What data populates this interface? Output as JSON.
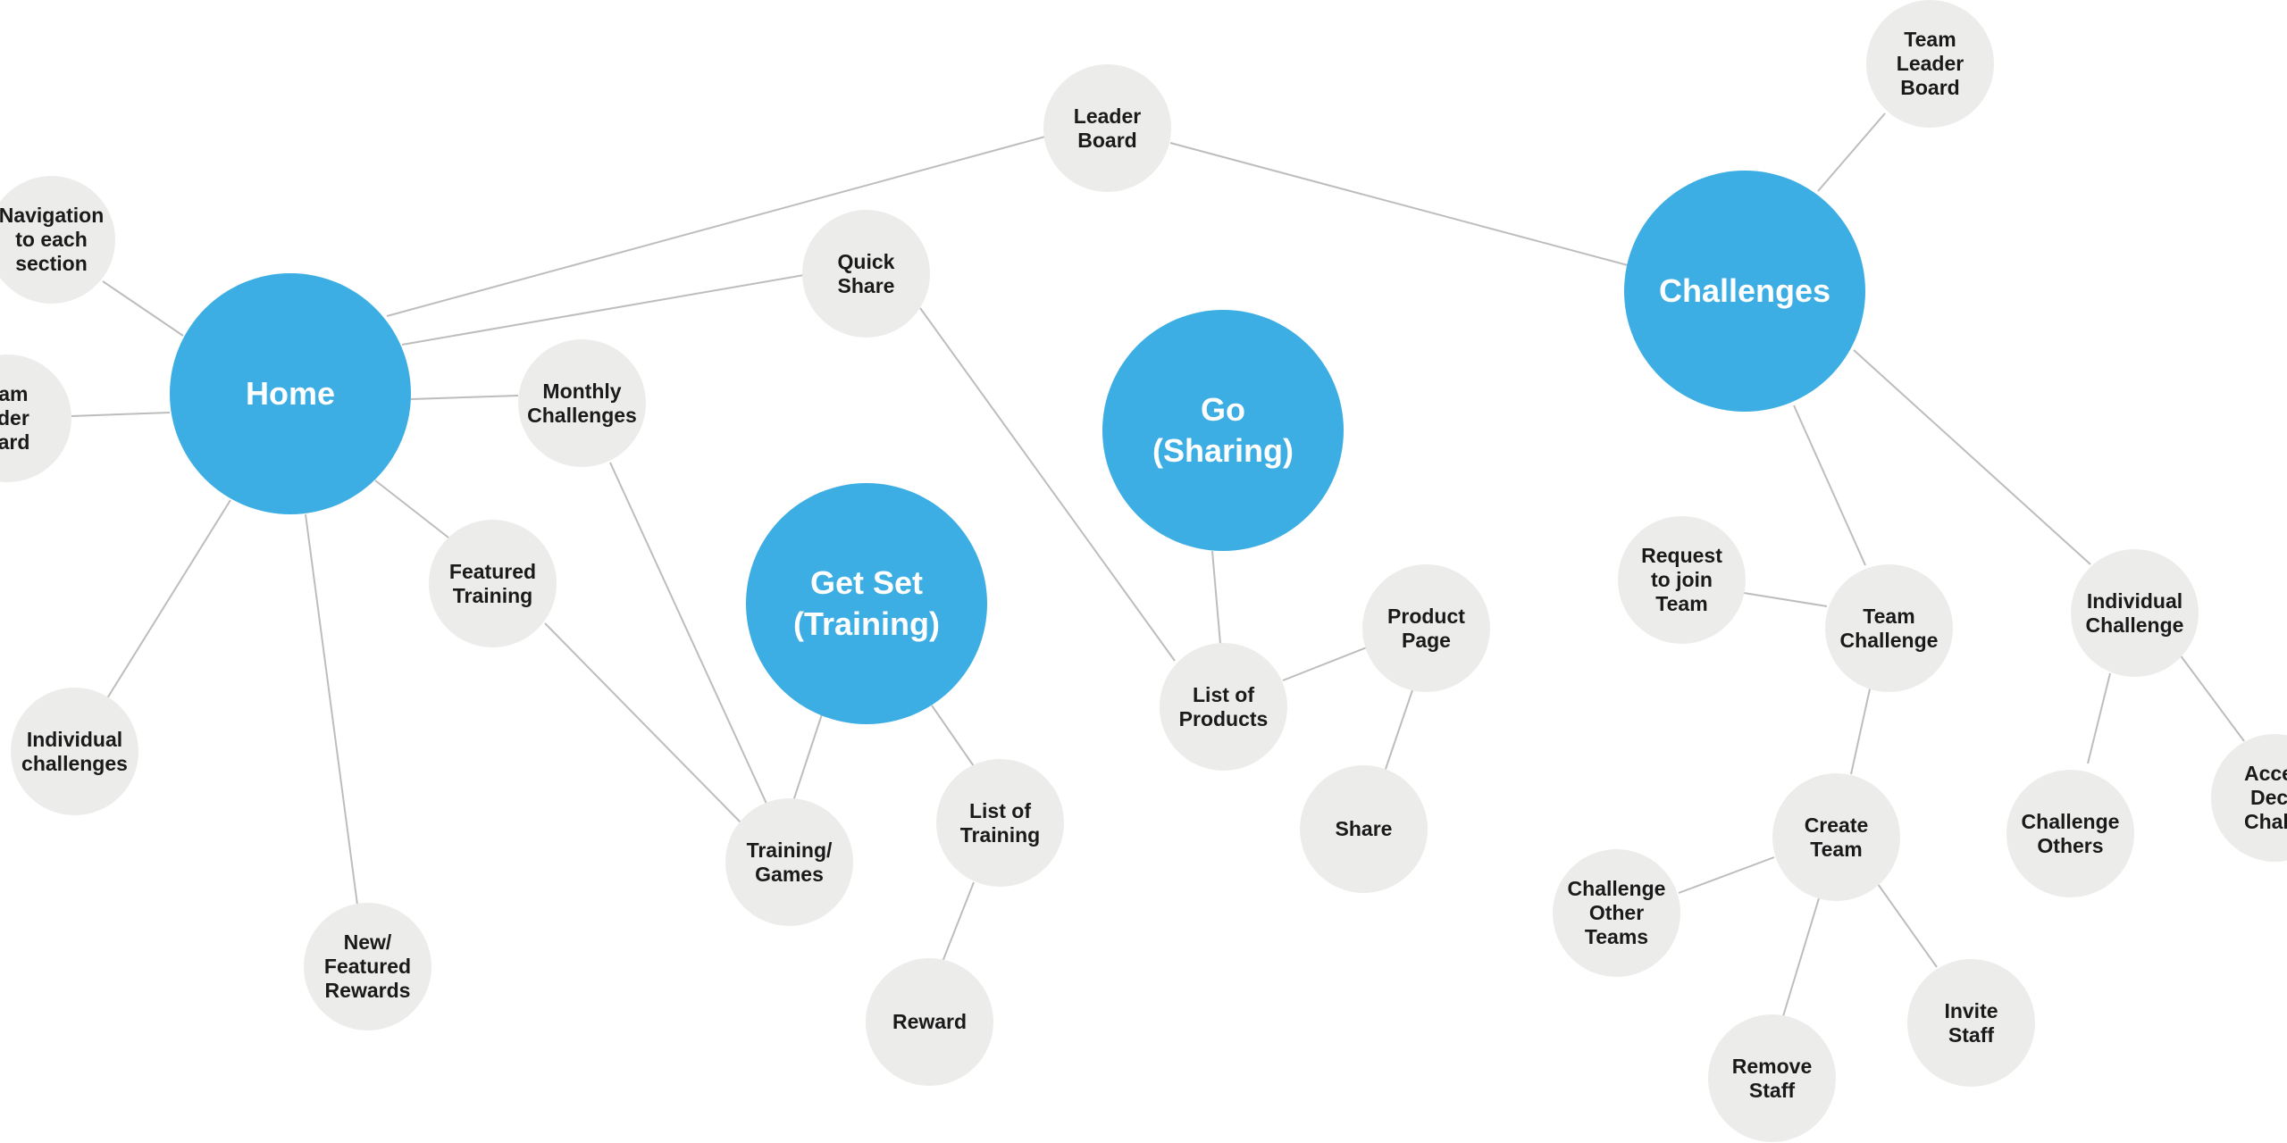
{
  "colors": {
    "major": "#3daee3",
    "minor": "#ececeb",
    "edge": "#bdbdbd",
    "minor_text": "#1a1a1a",
    "major_text": "#ffffff"
  },
  "nodes": {
    "home": "Home",
    "get_set": "Get Set\n(Training)",
    "go_sharing": "Go\n(Sharing)",
    "challenges": "Challenges",
    "leader_board": "Leader\nBoard",
    "quick_share": "Quick\nShare",
    "navigation": "Navigation\nto each\nsection",
    "team_leader_board_left": "eam\nader\noard",
    "monthly_challenges": "Monthly\nChallenges",
    "featured_training": "Featured\nTraining",
    "individual_challenges": "Individual\nchallenges",
    "new_featured_rewards": "New/\nFeatured\nRewards",
    "training_games": "Training/\nGames",
    "list_of_training": "List of\nTraining",
    "reward": "Reward",
    "list_of_products": "List of\nProducts",
    "product_page": "Product\nPage",
    "share": "Share",
    "team_leader_board_right": "Team\nLeader\nBoard",
    "request_to_join": "Request\nto join\nTeam",
    "team_challenge": "Team\nChallenge",
    "individual_challenge": "Individual\nChallenge",
    "create_team": "Create\nTeam",
    "challenge_other_teams": "Challenge\nOther\nTeams",
    "remove_staff": "Remove\nStaff",
    "invite_staff": "Invite\nStaff",
    "challenge_others": "Challenge\nOthers",
    "accept_decline": "Accep\nDecli\nChalle"
  }
}
